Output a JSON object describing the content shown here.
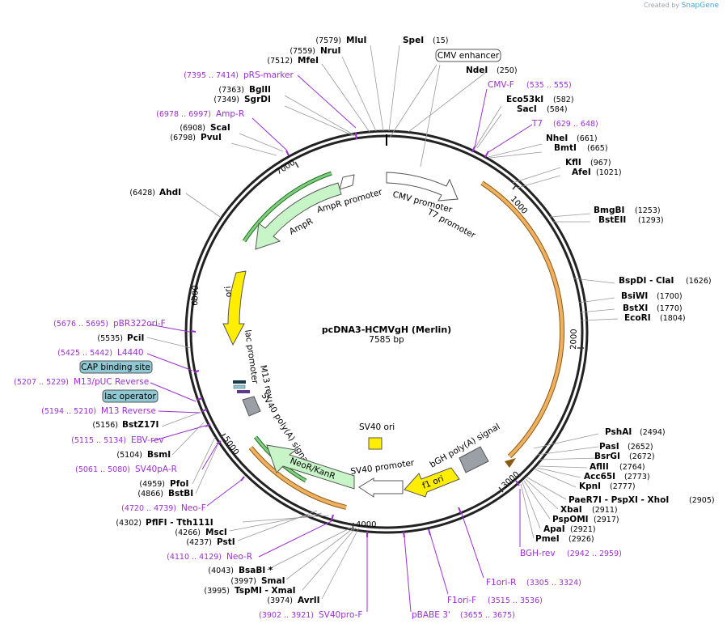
{
  "credit": {
    "prefix": "Created by",
    "brand": "SnapGene"
  },
  "plasmid": {
    "name": "pcDNA3-HCMVgH (Merlin)",
    "length": "7585 bp"
  },
  "ticks": [
    "1000",
    "2000",
    "3000",
    "4000",
    "5000",
    "6000",
    "7000"
  ],
  "features": {
    "cmv_enhancer": "CMV enhancer",
    "cmv_promoter": "CMV promoter",
    "t7_promoter": "T7 promoter",
    "bgh": "bGH poly(A) signal",
    "f1": "f1 ori",
    "sv40_promoter": "SV40 promoter",
    "neokan": "NeoR/KanR",
    "sv40_polya": "SV40 poly(A) signal",
    "sv40_ori": "SV40 ori",
    "m13rev": "M13 rev",
    "lac_promoter": "lac promoter",
    "ori": "ori",
    "ampr": "AmpR",
    "ampr_promoter": "AmpR promoter",
    "cap_site": "CAP binding site",
    "lac_operator": "lac operator"
  },
  "enzymes": [
    {
      "name": "MluI",
      "pos": "(7579)"
    },
    {
      "name": "NruI",
      "pos": "(7559)"
    },
    {
      "name": "MfeI",
      "pos": "(7512)"
    },
    {
      "name": "SpeI",
      "pos": "(15)"
    },
    {
      "name": "NdeI",
      "pos": "(250)"
    },
    {
      "name": "BglII",
      "pos": "(7363)"
    },
    {
      "name": "SgrDI",
      "pos": "(7349)"
    },
    {
      "name": "Eco53kI",
      "pos": "(582)"
    },
    {
      "name": "SacI",
      "pos": "(584)"
    },
    {
      "name": "ScaI",
      "pos": "(6908)"
    },
    {
      "name": "PvuI",
      "pos": "(6798)"
    },
    {
      "name": "NheI",
      "pos": "(661)"
    },
    {
      "name": "BmtI",
      "pos": "(665)"
    },
    {
      "name": "KflI",
      "pos": "(967)"
    },
    {
      "name": "AfeI",
      "pos": "(1021)"
    },
    {
      "name": "AhdI",
      "pos": "(6428)"
    },
    {
      "name": "BmgBI",
      "pos": "(1253)"
    },
    {
      "name": "BstEII",
      "pos": "(1293)"
    },
    {
      "name": "BspDI - ClaI",
      "pos": "(1626)"
    },
    {
      "name": "BsiWI",
      "pos": "(1700)"
    },
    {
      "name": "BstXI",
      "pos": "(1770)"
    },
    {
      "name": "EcoRI",
      "pos": "(1804)"
    },
    {
      "name": "PciI",
      "pos": "(5535)"
    },
    {
      "name": "BstZ17I",
      "pos": "(5156)"
    },
    {
      "name": "BsmI",
      "pos": "(5104)"
    },
    {
      "name": "PfoI",
      "pos": "(4959)"
    },
    {
      "name": "BstBI",
      "pos": "(4866)"
    },
    {
      "name": "PshAI",
      "pos": "(2494)"
    },
    {
      "name": "PasI",
      "pos": "(2652)"
    },
    {
      "name": "BsrGI",
      "pos": "(2672)"
    },
    {
      "name": "AflII",
      "pos": "(2764)"
    },
    {
      "name": "Acc65I",
      "pos": "(2773)"
    },
    {
      "name": "KpnI",
      "pos": "(2777)"
    },
    {
      "name": "PaeR7I - PspXI - XhoI",
      "pos": "(2905)"
    },
    {
      "name": "XbaI",
      "pos": "(2911)"
    },
    {
      "name": "PspOMI",
      "pos": "(2917)"
    },
    {
      "name": "ApaI",
      "pos": "(2921)"
    },
    {
      "name": "PmeI",
      "pos": "(2926)"
    },
    {
      "name": "PflFI - Tth111I",
      "pos": "(4302)"
    },
    {
      "name": "MscI",
      "pos": "(4266)"
    },
    {
      "name": "PstI",
      "pos": "(4237)"
    },
    {
      "name": "BsaBI *",
      "pos": "(4043)"
    },
    {
      "name": "SmaI",
      "pos": "(3997)"
    },
    {
      "name": "TspMI - XmaI",
      "pos": "(3995)"
    },
    {
      "name": "AvrII",
      "pos": "(3974)"
    }
  ],
  "primers": [
    {
      "name": "pRS-marker",
      "pos": "(7395 .. 7414)"
    },
    {
      "name": "CMV-F",
      "pos": "(535 .. 555)"
    },
    {
      "name": "Amp-R",
      "pos": "(6978 .. 6997)"
    },
    {
      "name": "T7",
      "pos": "(629 .. 648)"
    },
    {
      "name": "pBR322ori-F",
      "pos": "(5676 .. 5695)"
    },
    {
      "name": "L4440",
      "pos": "(5425 .. 5442)"
    },
    {
      "name": "M13/pUC Reverse",
      "pos": "(5207 .. 5229)"
    },
    {
      "name": "M13 Reverse",
      "pos": "(5194 .. 5210)"
    },
    {
      "name": "EBV-rev",
      "pos": "(5115 .. 5134)"
    },
    {
      "name": "SV40pA-R",
      "pos": "(5061 .. 5080)"
    },
    {
      "name": "Neo-F",
      "pos": "(4720 .. 4739)"
    },
    {
      "name": "Neo-R",
      "pos": "(4110 .. 4129)"
    },
    {
      "name": "BGH-rev",
      "pos": "(2942 .. 2959)"
    },
    {
      "name": "F1ori-R",
      "pos": "(3305 .. 3324)"
    },
    {
      "name": "F1ori-F",
      "pos": "(3515 .. 3536)"
    },
    {
      "name": "pBABE 3'",
      "pos": "(3655 .. 3675)"
    },
    {
      "name": "SV40pro-F",
      "pos": "(3902 .. 3921)"
    }
  ],
  "colors": {
    "backbone": "#222222",
    "primer": "#9b30d0",
    "orf": "#e8a04a",
    "amp": "#c8f5c8",
    "ori": "#ffee00",
    "polya": "#9aa0a6",
    "operator": "#8fc7d3"
  }
}
